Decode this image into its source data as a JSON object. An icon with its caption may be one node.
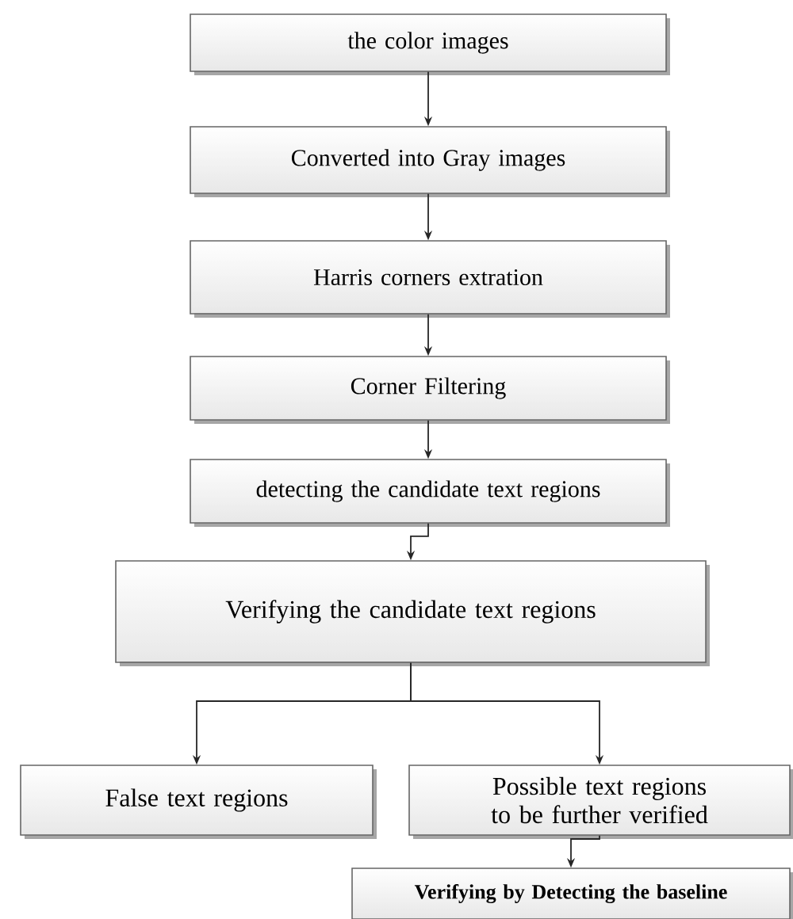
{
  "diagram": {
    "nodes": [
      {
        "text": [
          "the color images"
        ]
      },
      {
        "text": [
          "Converted into Gray images"
        ]
      },
      {
        "text": [
          "Harris corners extration"
        ]
      },
      {
        "text": [
          "Corner Filtering"
        ]
      },
      {
        "text": [
          "detecting the candidate text regions"
        ]
      },
      {
        "text": [
          "Verifying the candidate text regions"
        ]
      },
      {
        "text": [
          "False text regions"
        ]
      },
      {
        "text": [
          "Possible text regions to be further verified"
        ]
      },
      {
        "text": [
          "**Verifying by Detecting the baseline**"
        ]
      }
    ],
    "edges": [
      {
        "from": 0,
        "to": 1,
        "arrow": "to"
      },
      {
        "from": 1,
        "to": 2,
        "arrow": "to"
      },
      {
        "from": 2,
        "to": 3,
        "arrow": "to"
      },
      {
        "from": 3,
        "to": 4,
        "arrow": "to"
      },
      {
        "from": 4,
        "to": 5,
        "arrow": "to"
      },
      {
        "from": 5,
        "to": 6,
        "arrow": "to"
      },
      {
        "from": 5,
        "to": 7,
        "arrow": "to"
      },
      {
        "from": 7,
        "to": 8,
        "arrow": "to"
      }
    ]
  }
}
